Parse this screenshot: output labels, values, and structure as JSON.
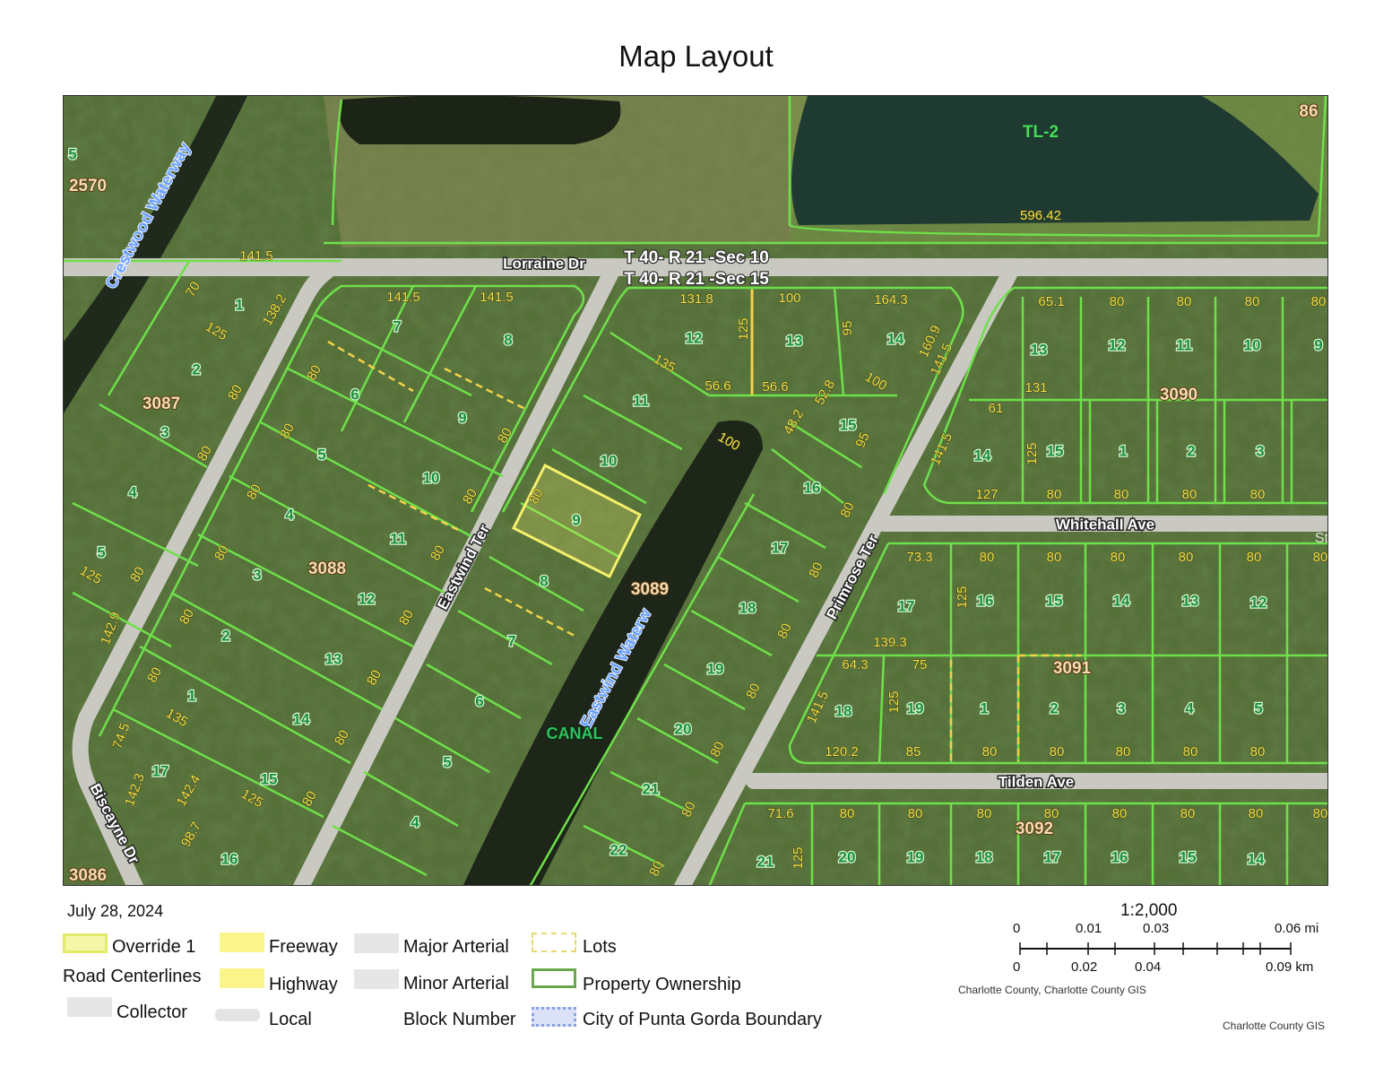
{
  "title": "Map Layout",
  "date": "July 28, 2024",
  "map": {
    "roads": [
      "Lorraine Dr",
      "Eastwind Ter",
      "Primrose Ter",
      "Whitehall Ave",
      "Tilden Ave",
      "Biscayne Dr"
    ],
    "sections": [
      "T 40- R 21 -Sec 10",
      "T 40- R 21 -Sec 15"
    ],
    "waterways": [
      "Crestwood Waterway",
      "Eastwind Waterw"
    ],
    "canal": "CANAL",
    "lake_label": "TL-2",
    "watermark": "StellarMLS",
    "blocks": [
      "2570",
      "3087",
      "3088",
      "3089",
      "3090",
      "3091",
      "3092",
      "3086",
      "86"
    ],
    "lots": [
      "5",
      "1",
      "2",
      "3",
      "4",
      "5",
      "1",
      "2",
      "7",
      "8",
      "6",
      "9",
      "5",
      "10",
      "4",
      "11",
      "3",
      "12",
      "13",
      "14",
      "15",
      "17",
      "16",
      "11",
      "10",
      "9",
      "8",
      "7",
      "6",
      "5",
      "4",
      "12",
      "13",
      "14",
      "15",
      "16",
      "17",
      "18",
      "19",
      "20",
      "21",
      "22",
      "13",
      "12",
      "11",
      "10",
      "9",
      "14",
      "15",
      "1",
      "2",
      "3",
      "17",
      "16",
      "15",
      "14",
      "13",
      "12",
      "18",
      "19",
      "1",
      "2",
      "3",
      "4",
      "5",
      "21",
      "20",
      "19",
      "18",
      "17",
      "16",
      "15",
      "14"
    ],
    "dimensions": [
      "141.5",
      "141.5",
      "141.5",
      "131.8",
      "100",
      "164.3",
      "125",
      "95",
      "135",
      "56.6",
      "56.6",
      "100",
      "100",
      "65.1",
      "80",
      "80",
      "80",
      "80",
      "131",
      "61",
      "127",
      "80",
      "80",
      "80",
      "80",
      "73.3",
      "80",
      "80",
      "80",
      "80",
      "80",
      "80",
      "139.3",
      "64.3",
      "75",
      "120.2",
      "85",
      "80",
      "80",
      "80",
      "80",
      "80",
      "71.6",
      "80",
      "80",
      "80",
      "80",
      "80",
      "80",
      "80",
      "80",
      "125",
      "70",
      "138.2",
      "125",
      "142.9",
      "74.5",
      "142.3",
      "142.4",
      "98.7",
      "125",
      "80",
      "80",
      "80",
      "80",
      "80",
      "135",
      "80",
      "80",
      "80",
      "80",
      "80",
      "80",
      "80",
      "80",
      "141.5",
      "141.5",
      "141.5",
      "125",
      "125",
      "125",
      "160.9",
      "95",
      "80",
      "80",
      "80",
      "80",
      "52.8",
      "48.2",
      "125",
      "80",
      "80",
      "80",
      "80",
      "80",
      "80",
      "80",
      "596.42"
    ],
    "highlight_color": "#f5f06a",
    "parcel_line_color": "#6ee04a"
  },
  "legend": {
    "items": [
      {
        "label": "Override 1",
        "swatch": "override"
      },
      {
        "label": "Road Centerlines",
        "swatch": "none"
      },
      {
        "label": "Collector",
        "swatch": "collector"
      },
      {
        "label": "Freeway",
        "swatch": "freeway"
      },
      {
        "label": "Highway",
        "swatch": "highway"
      },
      {
        "label": "Local",
        "swatch": "local"
      },
      {
        "label": "Major Arterial",
        "swatch": "major"
      },
      {
        "label": "Minor Arterial",
        "swatch": "minor"
      },
      {
        "label": "Block Number",
        "swatch": "none"
      },
      {
        "label": "Lots",
        "swatch": "lots"
      },
      {
        "label": "Property Ownership",
        "swatch": "ownership"
      },
      {
        "label": "City of Punta Gorda Boundary",
        "swatch": "boundary"
      }
    ]
  },
  "scale": {
    "ratio": "1:2,000",
    "mi_ticks": [
      "0",
      "0.01",
      "0.03",
      "0.06 mi"
    ],
    "km_ticks": [
      "0",
      "0.02",
      "0.04",
      "0.09 km"
    ]
  },
  "credits": {
    "attribution": "Charlotte County, Charlotte County GIS",
    "source": "Charlotte County GIS"
  }
}
